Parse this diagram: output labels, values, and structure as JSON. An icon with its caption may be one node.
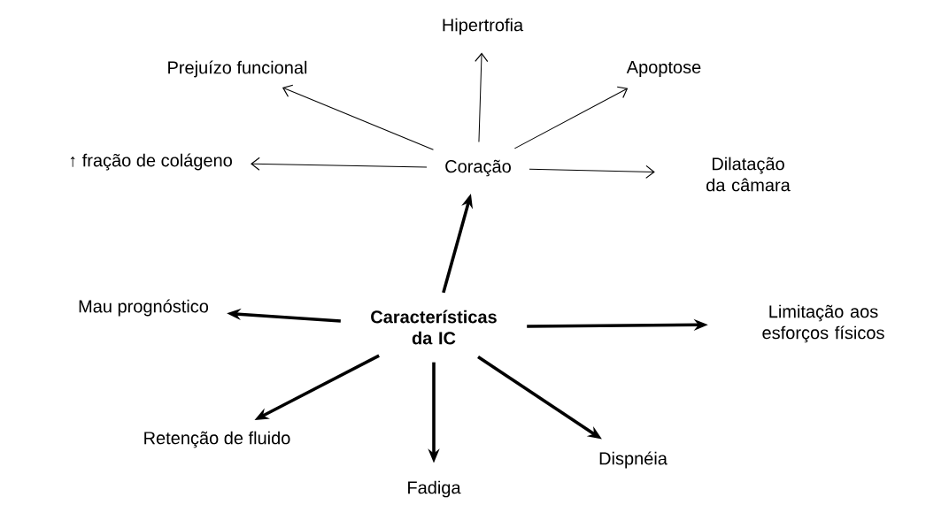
{
  "diagram": {
    "nodes": [
      {
        "text": [
          "Características da IC"
        ]
      },
      {
        "text": [
          "Coração"
        ]
      },
      {
        "text": [
          "Hipertrofia"
        ]
      },
      {
        "text": [
          "Prejuízo funcional"
        ]
      },
      {
        "text": [
          "Apoptose"
        ]
      },
      {
        "text": [
          "↑ fração de colágeno"
        ]
      },
      {
        "text": [
          "Dilatação da câmara"
        ]
      },
      {
        "text": [
          "Mau prognóstico"
        ]
      },
      {
        "text": [
          "Limitação aos esforços físicos"
        ]
      },
      {
        "text": [
          "Retenção de fluido"
        ]
      },
      {
        "text": [
          "Fadiga"
        ]
      },
      {
        "text": [
          "Dispnéia"
        ]
      }
    ],
    "edges": [
      {
        "from": 1,
        "to": 2,
        "arrow": "to"
      },
      {
        "from": 1,
        "to": 3,
        "arrow": "to"
      },
      {
        "from": 1,
        "to": 4,
        "arrow": "to"
      },
      {
        "from": 1,
        "to": 5,
        "arrow": "to"
      },
      {
        "from": 1,
        "to": 6,
        "arrow": "to"
      },
      {
        "from": 0,
        "to": 1,
        "arrow": "to"
      },
      {
        "from": 0,
        "to": 7,
        "arrow": "to"
      },
      {
        "from": 0,
        "to": 8,
        "arrow": "to"
      },
      {
        "from": 0,
        "to": 9,
        "arrow": "to"
      },
      {
        "from": 0,
        "to": 10,
        "arrow": "to"
      },
      {
        "from": 0,
        "to": 11,
        "arrow": "to"
      }
    ]
  }
}
